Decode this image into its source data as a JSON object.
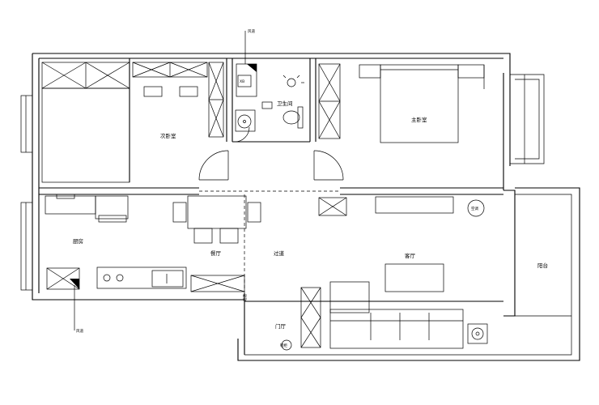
{
  "labels": {
    "second_bedroom": "次卧室",
    "bathroom": "卫生间",
    "master_bedroom": "主卧室",
    "kitchen": "厨房",
    "dining": "餐厅",
    "corridor": "过道",
    "living": "客厅",
    "balcony": "阳台",
    "entrance": "门厅",
    "ac": "空调",
    "top_pipe": "风道",
    "bottom_pipe": "风道",
    "stair_mark": "烟道",
    "shoe_cabinet": "鞋柜"
  },
  "icons": {
    "door": "door-swing-icon",
    "toilet": "toilet-icon",
    "sink": "sink-icon",
    "stove": "stove-icon",
    "bed": "bed-icon",
    "sofa": "sofa-icon"
  }
}
